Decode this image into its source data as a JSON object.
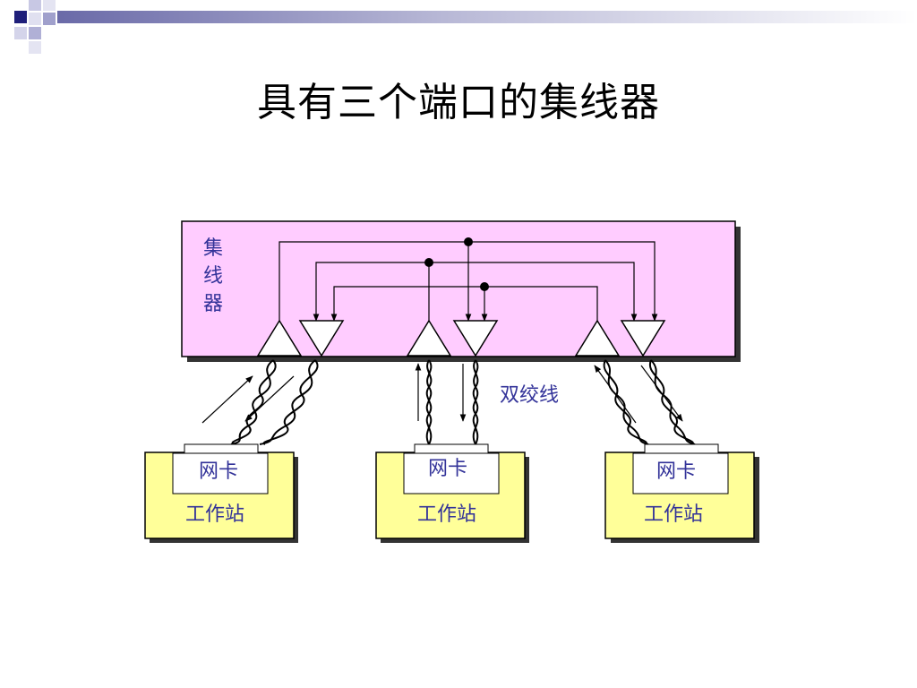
{
  "title": "具有三个端口的集线器",
  "hub": {
    "label_chars": [
      "集",
      "线",
      "器"
    ],
    "fill": "#FFCCFF"
  },
  "cable_label": "双绞线",
  "workstations": [
    {
      "card_label": "网卡",
      "label": "工作站"
    },
    {
      "card_label": "网卡",
      "label": "工作站"
    },
    {
      "card_label": "网卡",
      "label": "工作站"
    }
  ],
  "colors": {
    "workstation_fill": "#FFFF99",
    "text_blue": "#333399",
    "banner_navy": "#1F1F7A"
  }
}
